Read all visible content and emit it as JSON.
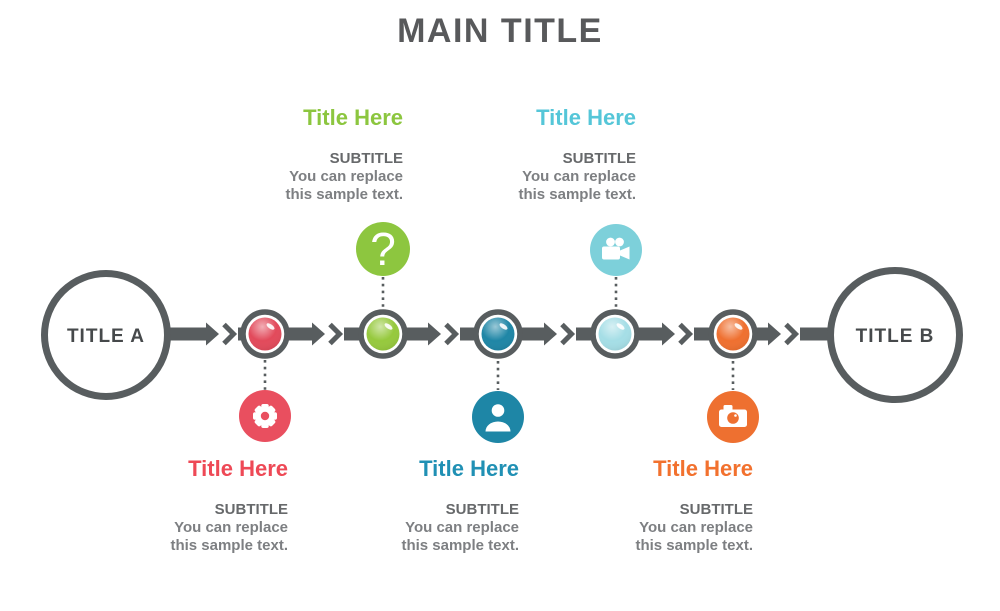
{
  "main_title": "MAIN TITLE",
  "endpoints": {
    "left_label": "TITLE A",
    "right_label": "TITLE B"
  },
  "palette": {
    "timeline_gray": "#585D5F",
    "main_title_gray": "#58595B",
    "endpoint_label_gray": "#46494B",
    "subtitle_gray": "#67696B",
    "body_gray": "#7D7F82"
  },
  "milestones": [
    {
      "title": "Title Here",
      "subtitle": "SUBTITLE",
      "body_line1": "You can replace",
      "body_line2": "this sample text.",
      "side": "below",
      "icon": "gear-icon",
      "circle_color": "#E94F5F",
      "sphere_color": "#E24A5B",
      "title_color": "#EE4956"
    },
    {
      "title": "Title Here",
      "subtitle": "SUBTITLE",
      "body_line1": "You can replace",
      "body_line2": "this sample text.",
      "side": "above",
      "icon": "question-mark-icon",
      "glyph": "?",
      "circle_color": "#8DC63F",
      "sphere_color": "#96C93D",
      "title_color": "#8CC63F"
    },
    {
      "title": "Title Here",
      "subtitle": "SUBTITLE",
      "body_line1": "You can replace",
      "body_line2": "this sample text.",
      "side": "below",
      "icon": "person-icon",
      "circle_color": "#1E86A6",
      "sphere_color": "#1F86A6",
      "title_color": "#2090B4"
    },
    {
      "title": "Title Here",
      "subtitle": "SUBTITLE",
      "body_line1": "You can replace",
      "body_line2": "this sample text.",
      "side": "above",
      "icon": "video-camera-icon",
      "circle_color": "#7DD0DA",
      "sphere_color": "#A5DEE6",
      "title_color": "#55C6D8"
    },
    {
      "title": "Title Here",
      "subtitle": "SUBTITLE",
      "body_line1": "You can replace",
      "body_line2": "this sample text.",
      "side": "below",
      "icon": "camera-icon",
      "circle_color": "#EE7030",
      "sphere_color": "#EF7030",
      "title_color": "#F2712E"
    }
  ]
}
